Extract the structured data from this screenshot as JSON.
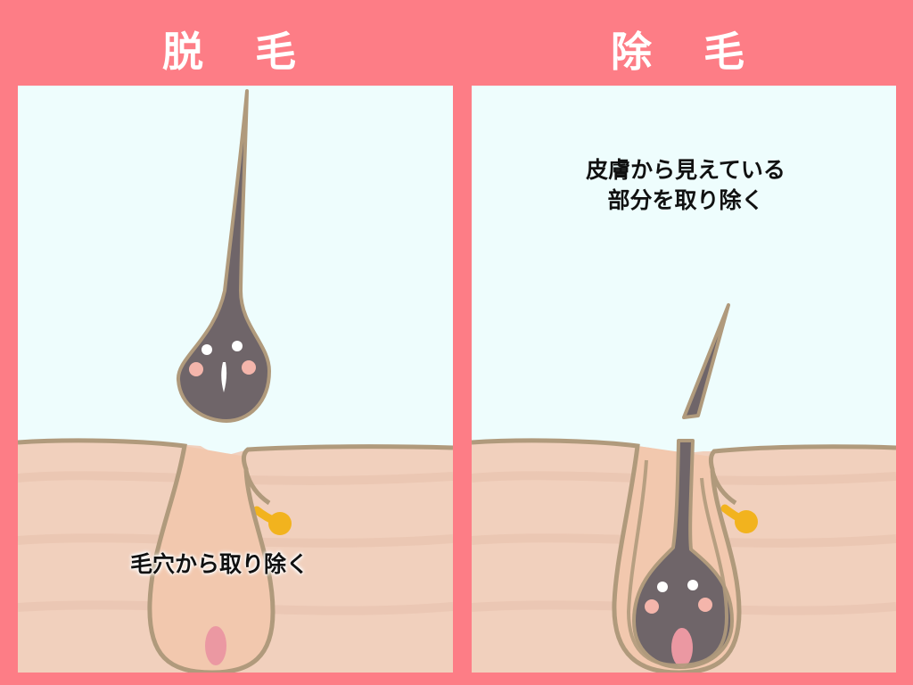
{
  "titles": {
    "left": "脱　毛",
    "right": "除　毛"
  },
  "captions": {
    "left": "毛穴から取り除く",
    "right_line1": "皮膚から見えている",
    "right_line2": "部分を取り除く"
  },
  "colors": {
    "frame": "#fd7d86",
    "sky": "#eefdfd",
    "skin": "#f1d0bd",
    "follicle": "#f2c8ae",
    "outline": "#b09a7c",
    "hair": "#6f6569",
    "sebaceous_gland": "#f2b31e",
    "papilla": "#eb98a2",
    "cheek": "#f4b5ab"
  }
}
